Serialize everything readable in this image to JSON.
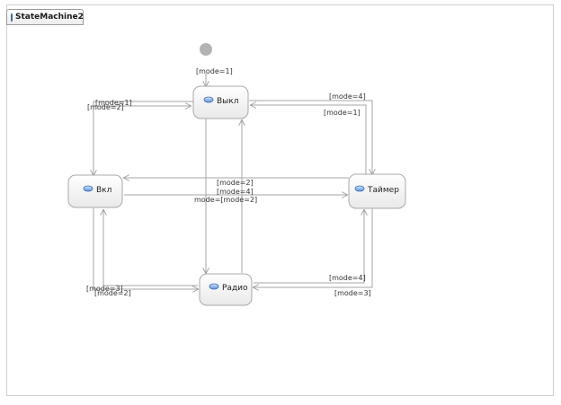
{
  "tab": {
    "title": "StateMachine2",
    "icon": "state-machine-icon"
  },
  "initial_node": {
    "color": "#b3b3b3"
  },
  "states": {
    "off": "Выкл",
    "on": "Вкл",
    "timer": "Таймер",
    "radio": "Радио"
  },
  "guards": {
    "initial": "[mode=1]",
    "off_on_a": "[mode=1]",
    "off_on_b": "[mode=2]",
    "off_timer": "[mode=4]",
    "timer_off": "[mode=1]",
    "center_1": "[mode=2]",
    "center_2": "[mode=4]",
    "center_3": "mode=[mode=2]",
    "on_radio_a": "[mode=3]",
    "on_radio_b": "[mode=2]",
    "timer_radio_a": "[mode=4]",
    "timer_radio_b": "[mode=3]"
  },
  "colors": {
    "state_stroke": "#a9a9a9",
    "state_fill_top": "#ffffff",
    "state_fill_bottom": "#e9e9e9",
    "state_icon": "#5b8fd6",
    "edge": "#a6a6a6"
  }
}
